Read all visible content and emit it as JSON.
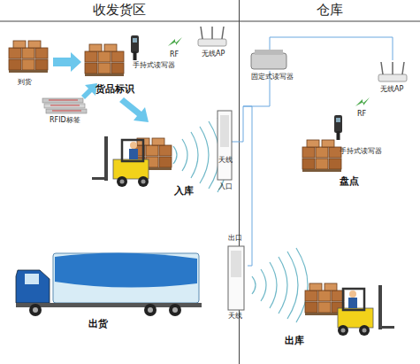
{
  "diagram": {
    "nodes": [
      {
        "text": [
          "收发货区"
        ]
      },
      {
        "text": [
          "仓库"
        ]
      }
    ],
    "labels": [
      "到货",
      "RFID标签",
      "手持式读写器",
      "RF",
      "无线AP",
      "货品标识",
      "入库",
      "天线",
      "入口",
      "固定式读写器",
      "无线AP",
      "RF",
      "手持式读写器",
      "盘点",
      "出货",
      "天线",
      "出口",
      "出库"
    ]
  }
}
